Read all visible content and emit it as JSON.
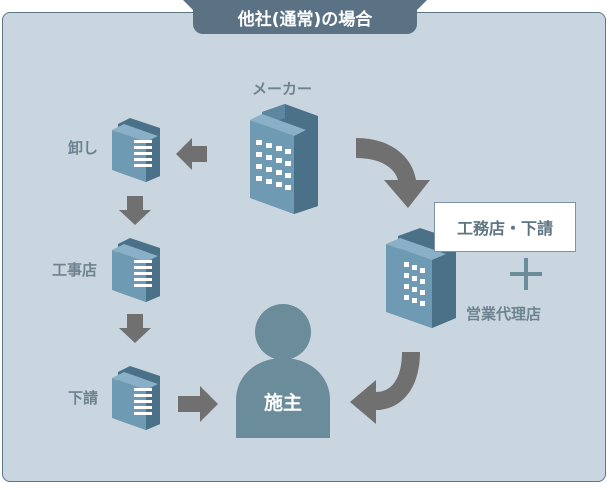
{
  "header": {
    "title": "他社(通常)の場合"
  },
  "labels": {
    "maker": "メーカー",
    "oroshi": "卸し",
    "koujiten": "工事店",
    "shitauke": "下請",
    "koumuten_shitauke": "工務店・下請",
    "eigyou_dairiten": "営業代理店",
    "owner": "施主"
  },
  "colors": {
    "panel_bg": "#c9d6df",
    "header_bg": "#5a7284",
    "building_front": "#6f9ab3",
    "building_side": "#4b7188",
    "arrow": "#707070",
    "person": "#6b8c9b"
  }
}
